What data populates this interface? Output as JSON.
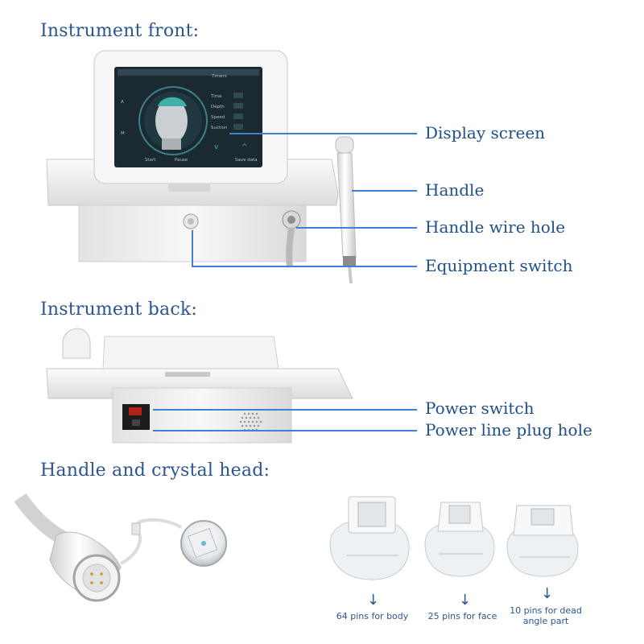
{
  "sections": {
    "front": "Instrument front:",
    "back": "Instrument back:",
    "handle": "Handle and crystal head:"
  },
  "front_callouts": {
    "display": "Display screen",
    "handle": "Handle",
    "wire_hole": "Handle wire hole",
    "switch": "Equipment switch"
  },
  "back_callouts": {
    "power_switch": "Power switch",
    "plug_hole": "Power line plug hole"
  },
  "screen": {
    "timers": "Timers",
    "time": "Time",
    "depth": "Depth",
    "speed": "Speed",
    "suction": "Suction",
    "mode_a": "A",
    "mode_m": "M",
    "start": "Start",
    "pause": "Pause",
    "save": "Save data"
  },
  "heads": [
    {
      "caption": "64 pins for body"
    },
    {
      "caption": "25 pins for face"
    },
    {
      "caption": "10 pins for dead angle part"
    }
  ],
  "colors": {
    "title": "#2a5590",
    "callout": "#1f4f8b",
    "leader": "#3f7fd6"
  }
}
